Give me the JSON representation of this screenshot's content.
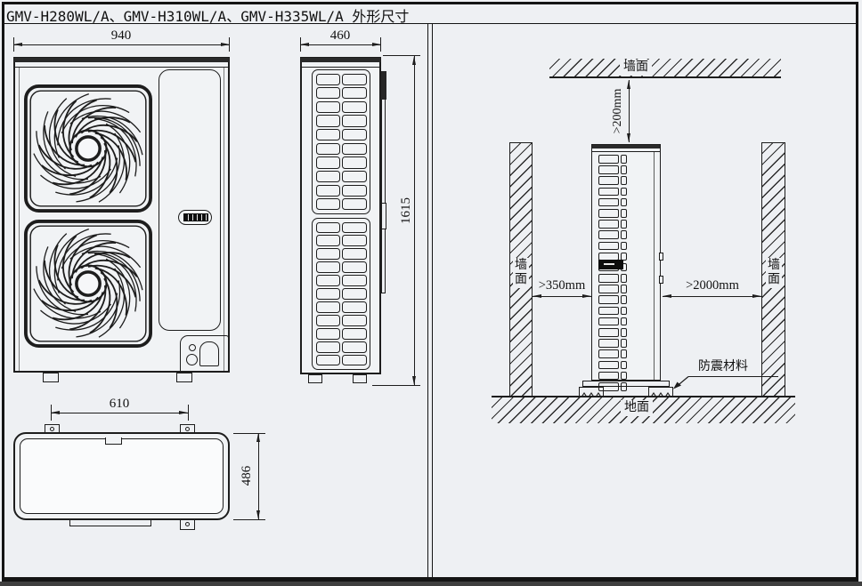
{
  "title": "GMV-H280WL/A、GMV-H310WL/A、GMV-H335WL/A 外形尺寸",
  "colors": {
    "line": "#1d1d1d",
    "background": "#eef0f3"
  },
  "front_view": {
    "width_dim": "940"
  },
  "side_view": {
    "width_dim": "460",
    "height_dim": "1615"
  },
  "bottom_view": {
    "hole_pitch_dim": "610",
    "depth_dim": "486"
  },
  "installation": {
    "top_wall_label": "墙面",
    "left_wall_label": "墙面",
    "right_wall_label": "墙面",
    "ground_label": "地面",
    "top_clearance": ">200mm",
    "left_clearance": ">350mm",
    "right_clearance": ">2000mm",
    "vibration_material_label": "防震材料"
  }
}
